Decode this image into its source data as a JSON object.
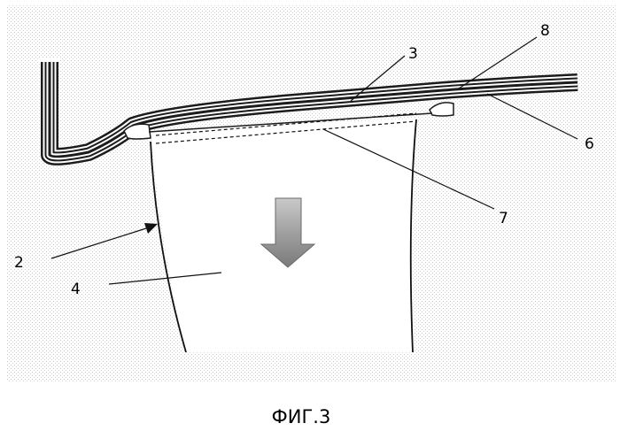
{
  "figure": {
    "caption": "ФИГ.3",
    "labels": {
      "l2": "2",
      "l3": "3",
      "l4": "4",
      "l6": "6",
      "l7": "7",
      "l8": "8"
    }
  }
}
